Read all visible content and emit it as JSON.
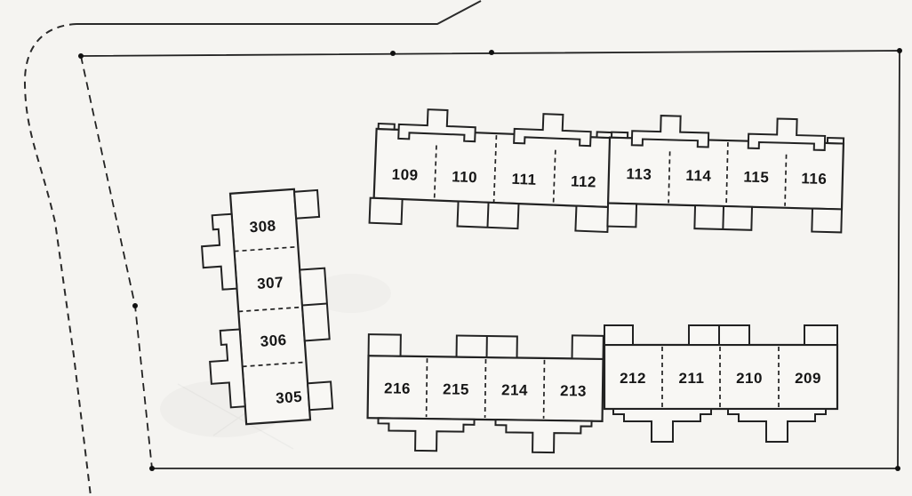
{
  "plan": {
    "north_building": {
      "west_wing": {
        "units": [
          "109",
          "110",
          "111",
          "112"
        ]
      },
      "east_wing": {
        "units": [
          "113",
          "114",
          "115",
          "116"
        ]
      }
    },
    "south_building": {
      "west_wing": {
        "units": [
          "216",
          "215",
          "214",
          "213"
        ]
      },
      "east_wing": {
        "units": [
          "212",
          "211",
          "210",
          "209"
        ]
      }
    },
    "west_building": {
      "units": [
        "308",
        "307",
        "306",
        "305"
      ]
    },
    "colors": {
      "paper": "#f5f4f1",
      "ink": "#222222",
      "label": "#161616"
    }
  }
}
